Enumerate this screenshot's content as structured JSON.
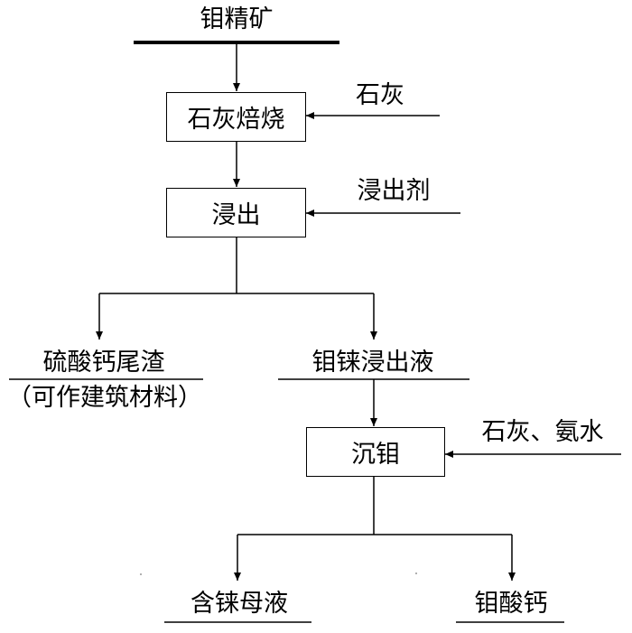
{
  "diagram": {
    "feed": "钼精矿",
    "steps": {
      "roast": "石灰焙烧",
      "leach": "浸出",
      "precipitate": "沉钼"
    },
    "reagents": {
      "roast_input": "石灰",
      "leach_input": "浸出剂",
      "precipitate_input": "石灰、氨水"
    },
    "products": {
      "residue": "硫酸钙尾渣",
      "residue_note": "（可作建筑材料）",
      "leach_liquor": "钼铼浸出液",
      "mother_liquor": "含铼母液",
      "final_product": "钼酸钙"
    },
    "colors": {
      "line": "#000000",
      "background": "#ffffff"
    }
  }
}
